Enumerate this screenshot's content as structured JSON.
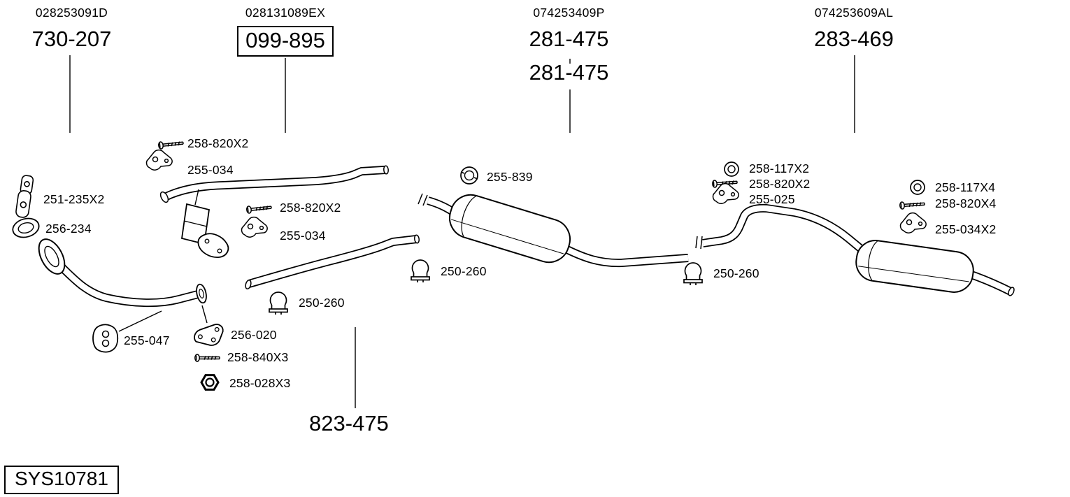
{
  "colors": {
    "background": "#ffffff",
    "ink": "#000000"
  },
  "system_code": "SYS10781",
  "assemblies": [
    {
      "oem_number": "028253091D",
      "part_number": "730-207",
      "boxed": false
    },
    {
      "oem_number": "028131089EX",
      "part_number": "099-895",
      "boxed": true
    },
    {
      "oem_number": "074253409P",
      "part_number": "281-475",
      "part_number_2": "281-475",
      "boxed": false
    },
    {
      "oem_number": "074253609AL",
      "part_number": "283-469",
      "boxed": false
    }
  ],
  "lower_assembly": {
    "part_number": "823-475"
  },
  "callouts": [
    {
      "text": "258-820X2",
      "icon": "bolt-icon"
    },
    {
      "text": "255-034",
      "icon": "hanger-bracket-icon"
    },
    {
      "text": "251-235X2",
      "icon": "mounting-bracket-icon"
    },
    {
      "text": "256-234",
      "icon": "gasket-ring-icon"
    },
    {
      "text": "258-820X2",
      "icon": "bolt-icon"
    },
    {
      "text": "255-034",
      "icon": "hanger-bracket-icon"
    },
    {
      "text": "255-839",
      "icon": "ring-clamp-icon"
    },
    {
      "text": "258-117X2",
      "icon": "gasket-ring-icon"
    },
    {
      "text": "258-820X2",
      "icon": "bolt-icon"
    },
    {
      "text": "255-025",
      "icon": "hanger-bracket-icon"
    },
    {
      "text": "258-117X4",
      "icon": "gasket-ring-icon"
    },
    {
      "text": "258-820X4",
      "icon": "bolt-icon"
    },
    {
      "text": "255-034X2",
      "icon": "hanger-bracket-icon"
    },
    {
      "text": "250-260",
      "icon": "pipe-clamp-icon"
    },
    {
      "text": "250-260",
      "icon": "pipe-clamp-icon"
    },
    {
      "text": "250-260",
      "icon": "pipe-clamp-icon"
    },
    {
      "text": "255-047",
      "icon": "rubber-hanger-icon"
    },
    {
      "text": "256-020",
      "icon": "flange-gasket-icon"
    },
    {
      "text": "258-840X3",
      "icon": "bolt-icon"
    },
    {
      "text": "258-028X3",
      "icon": "nut-icon"
    }
  ]
}
